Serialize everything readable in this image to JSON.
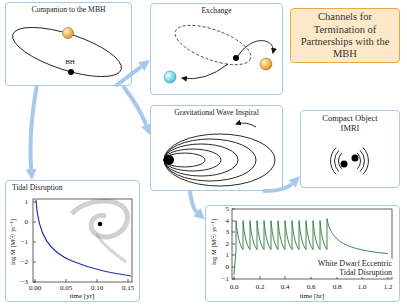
{
  "diagram": {
    "nodes": [
      {
        "text": [
          "Companion to the MBH"
        ]
      },
      {
        "text": [
          "Exchange"
        ]
      },
      {
        "text": [
          "Channels for Termination of Partnerships with the MBH"
        ]
      },
      {
        "text": [
          "Gravitational Wave Inspiral"
        ]
      },
      {
        "text": [
          "Compact Object IMRI"
        ]
      },
      {
        "text": [
          "Tidal Disruption"
        ]
      },
      {
        "text": [
          "White Dwarf Eccentric Tidal Disruption"
        ]
      }
    ],
    "edges": [
      {
        "from": 0,
        "to": 1,
        "arrow": "to"
      },
      {
        "from": 0,
        "to": 3,
        "arrow": "to"
      },
      {
        "from": 0,
        "to": 5,
        "arrow": "to"
      },
      {
        "from": 3,
        "to": 4,
        "arrow": "to"
      },
      {
        "from": 3,
        "to": 6,
        "arrow": "to"
      }
    ],
    "labels": [
      "BH",
      "1",
      "0",
      "−1",
      "−2",
      "−3",
      "0.00",
      "0.05",
      "0.10",
      "0.15",
      "time [yr]",
      "log Ṁ [M☉ yr⁻¹]",
      "5",
      "4",
      "3",
      "2",
      "1",
      "0",
      "−1",
      "0.0",
      "0.2",
      "0.4",
      "0.6",
      "0.8",
      "1.0",
      "1.2",
      "time [hr]",
      "log Ṁ [M☉ yr⁻¹]"
    ]
  }
}
